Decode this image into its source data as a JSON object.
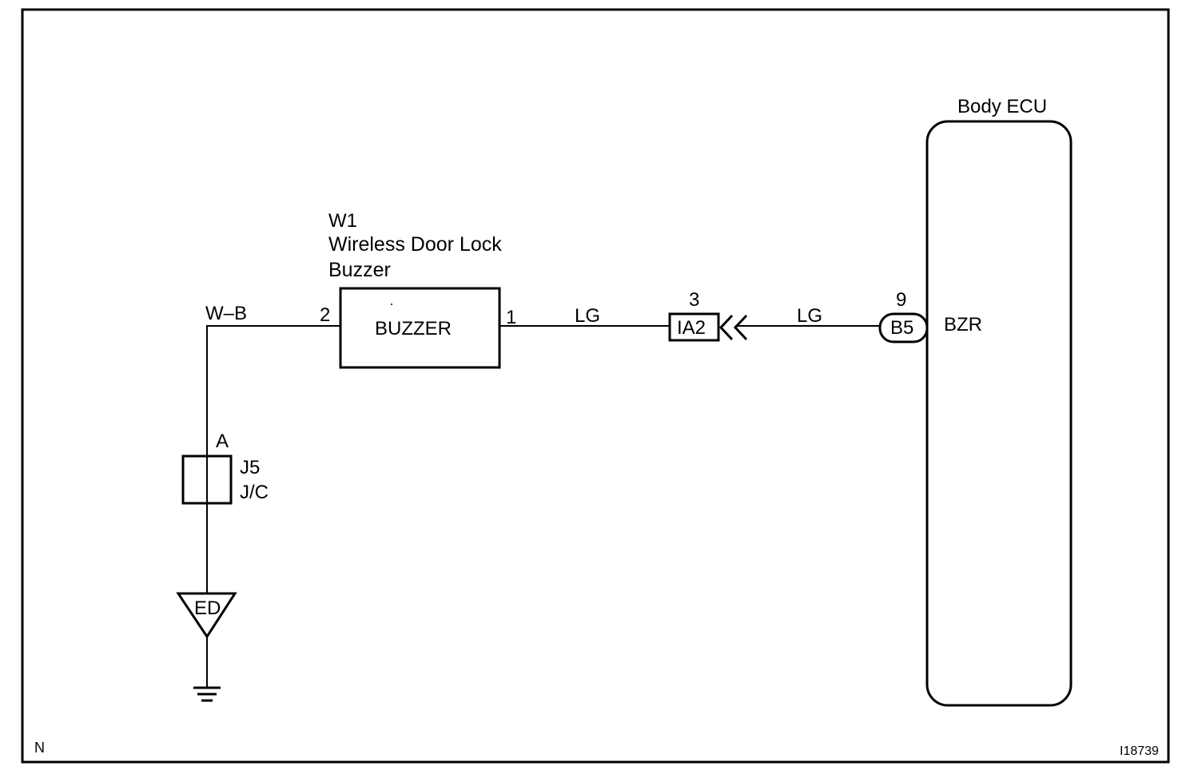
{
  "ecu": {
    "title": "Body ECU",
    "terminal_name": "BZR"
  },
  "buzzer": {
    "code": "W1",
    "name_line1": "Wireless Door Lock",
    "name_line2": "Buzzer",
    "box_label": "BUZZER",
    "pin_left": "2",
    "pin_right": "1"
  },
  "wires": {
    "ground_wire": "W–B",
    "signal_left": "LG",
    "signal_right": "LG"
  },
  "connector_ia2": {
    "label": "IA2",
    "pin": "3"
  },
  "connector_b5": {
    "label": "B5",
    "pin": "9"
  },
  "junction": {
    "pin": "A",
    "code": "J5",
    "type": "J/C"
  },
  "ground_point": {
    "label": "ED"
  },
  "footer": {
    "left_mark": "N",
    "figure_id": "I18739"
  }
}
